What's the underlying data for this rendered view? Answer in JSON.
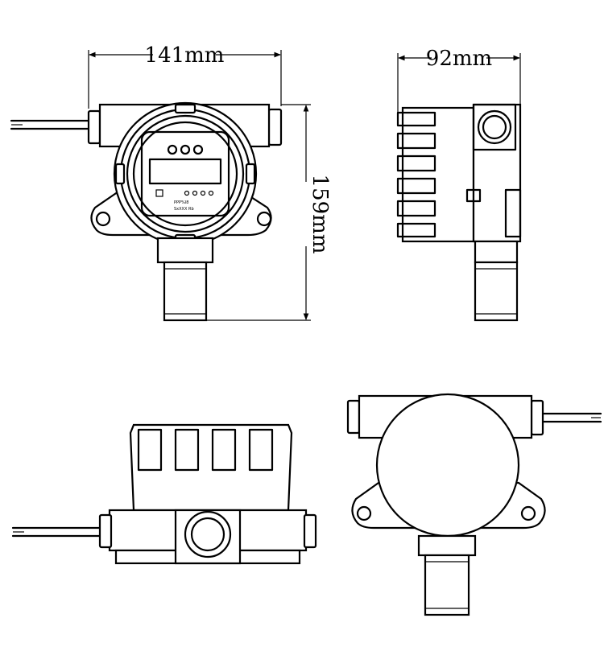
{
  "dimensions": {
    "width_front": "141mm",
    "width_side": "92mm",
    "height": "159mm"
  },
  "views": [
    "front-view",
    "side-view",
    "bottom-view",
    "rear-view"
  ],
  "panel": {
    "model_text": "PPP%I8",
    "serial_text": "SxXXX Rb"
  }
}
